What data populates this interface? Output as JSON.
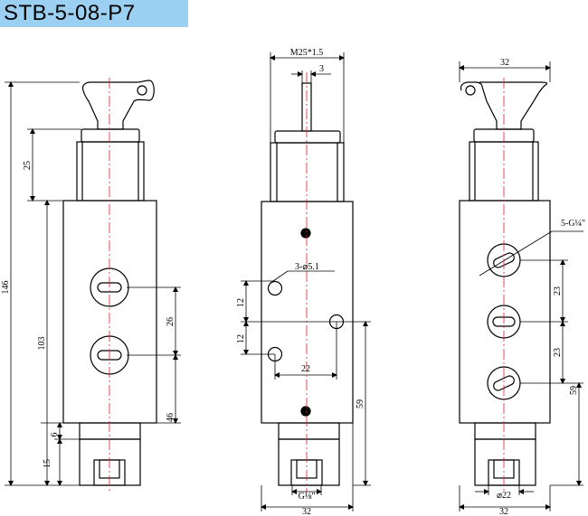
{
  "title": "STB-5-08-P7",
  "colors": {
    "banner": "#9cd0f2",
    "centerline": "#e0202a",
    "outline": "#000000"
  },
  "dimensions": {
    "front": {
      "overall": "146",
      "top_handle": "25",
      "body": "103",
      "ports": "26",
      "lower": "46",
      "step": "6",
      "bottom": "15"
    },
    "side": {
      "thread": "M25*1.5",
      "stem": "3",
      "holes": "3-⌀5.1",
      "hole_dy1": "12",
      "hole_dy2": "12",
      "hole_dx": "22",
      "base_height": "59",
      "port": "G⅛\"",
      "width": "32"
    },
    "back": {
      "width_top": "32",
      "ports": "5-G¼\"",
      "pitch1": "23",
      "pitch2": "23",
      "base_height": "59",
      "diameter": "⌀22",
      "width_bottom": "32"
    }
  }
}
